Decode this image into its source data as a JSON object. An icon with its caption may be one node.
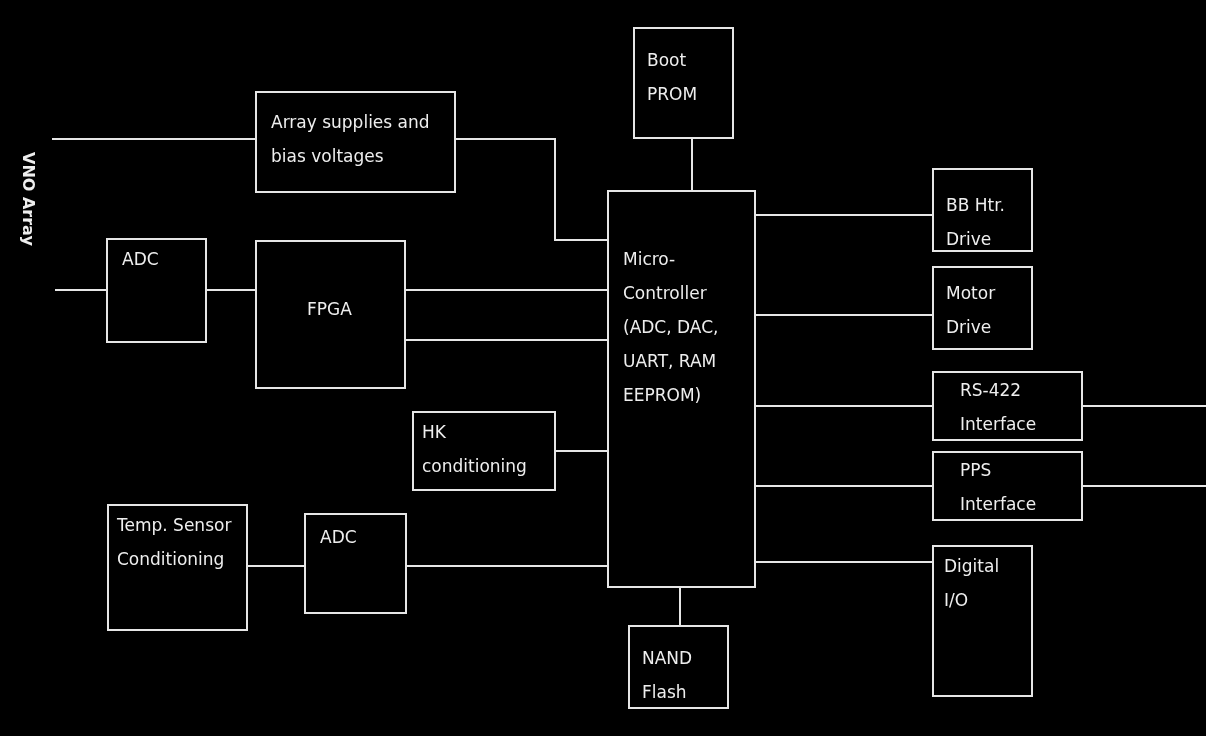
{
  "diagram": {
    "nodes": [
      {
        "text": [
          "Boot PROM"
        ]
      },
      {
        "text": [
          "Array supplies and bias voltages"
        ]
      },
      {
        "text": [
          "Micro-Controller (ADC, DAC, UART, RAM EEPROM)"
        ]
      },
      {
        "text": [
          "BB Htr. Drive"
        ]
      },
      {
        "text": [
          "ADC"
        ]
      },
      {
        "text": [
          "FPGA"
        ]
      },
      {
        "text": [
          "Motor Drive"
        ]
      },
      {
        "text": [
          "RS-422 Interface"
        ]
      },
      {
        "text": [
          "HK conditioning"
        ]
      },
      {
        "text": [
          "PPS Interface"
        ]
      },
      {
        "text": [
          "Temp. Sensor Conditioning"
        ]
      },
      {
        "text": [
          "ADC"
        ]
      },
      {
        "text": [
          "Digital I/O"
        ]
      },
      {
        "text": [
          "NAND Flash"
        ]
      }
    ],
    "edges": [
      {
        "from": null,
        "to": 1,
        "arrow": "none"
      },
      {
        "from": 1,
        "to": 2,
        "arrow": "none"
      },
      {
        "from": 0,
        "to": 2,
        "arrow": "none"
      },
      {
        "from": null,
        "to": 4,
        "arrow": "none"
      },
      {
        "from": 4,
        "to": 5,
        "arrow": "none"
      },
      {
        "from": 5,
        "to": 2,
        "arrow": "none"
      },
      {
        "from": 5,
        "to": 2,
        "arrow": "none"
      },
      {
        "from": 8,
        "to": 2,
        "arrow": "none"
      },
      {
        "from": 10,
        "to": 11,
        "arrow": "none"
      },
      {
        "from": 11,
        "to": 2,
        "arrow": "none"
      },
      {
        "from": 2,
        "to": 3,
        "arrow": "none"
      },
      {
        "from": 2,
        "to": 6,
        "arrow": "none"
      },
      {
        "from": 2,
        "to": 7,
        "arrow": "none"
      },
      {
        "from": 2,
        "to": 9,
        "arrow": "none"
      },
      {
        "from": 2,
        "to": 12,
        "arrow": "none"
      },
      {
        "from": 2,
        "to": 13,
        "arrow": "none"
      },
      {
        "from": 7,
        "to": null,
        "arrow": "none"
      },
      {
        "from": 9,
        "to": null,
        "arrow": "none"
      }
    ],
    "labels": [
      "VNO Array"
    ]
  }
}
